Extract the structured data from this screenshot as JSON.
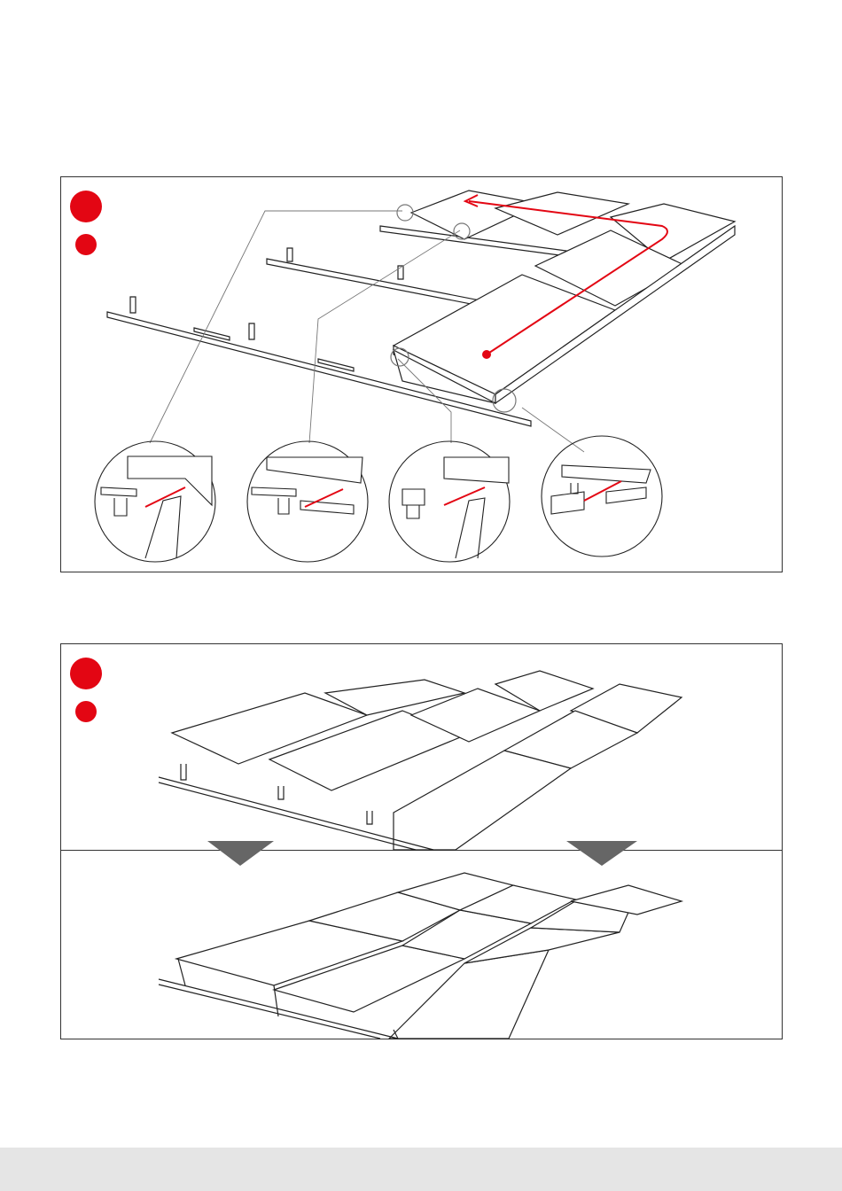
{
  "colors": {
    "accent": "#e30613",
    "line": "#222222",
    "arrow_grey": "#666666",
    "footer": "#e5e5e5"
  },
  "icons": [
    "step-marker-dot",
    "direction-arrow",
    "detail-magnifier-circle",
    "down-arrow-triangle"
  ]
}
